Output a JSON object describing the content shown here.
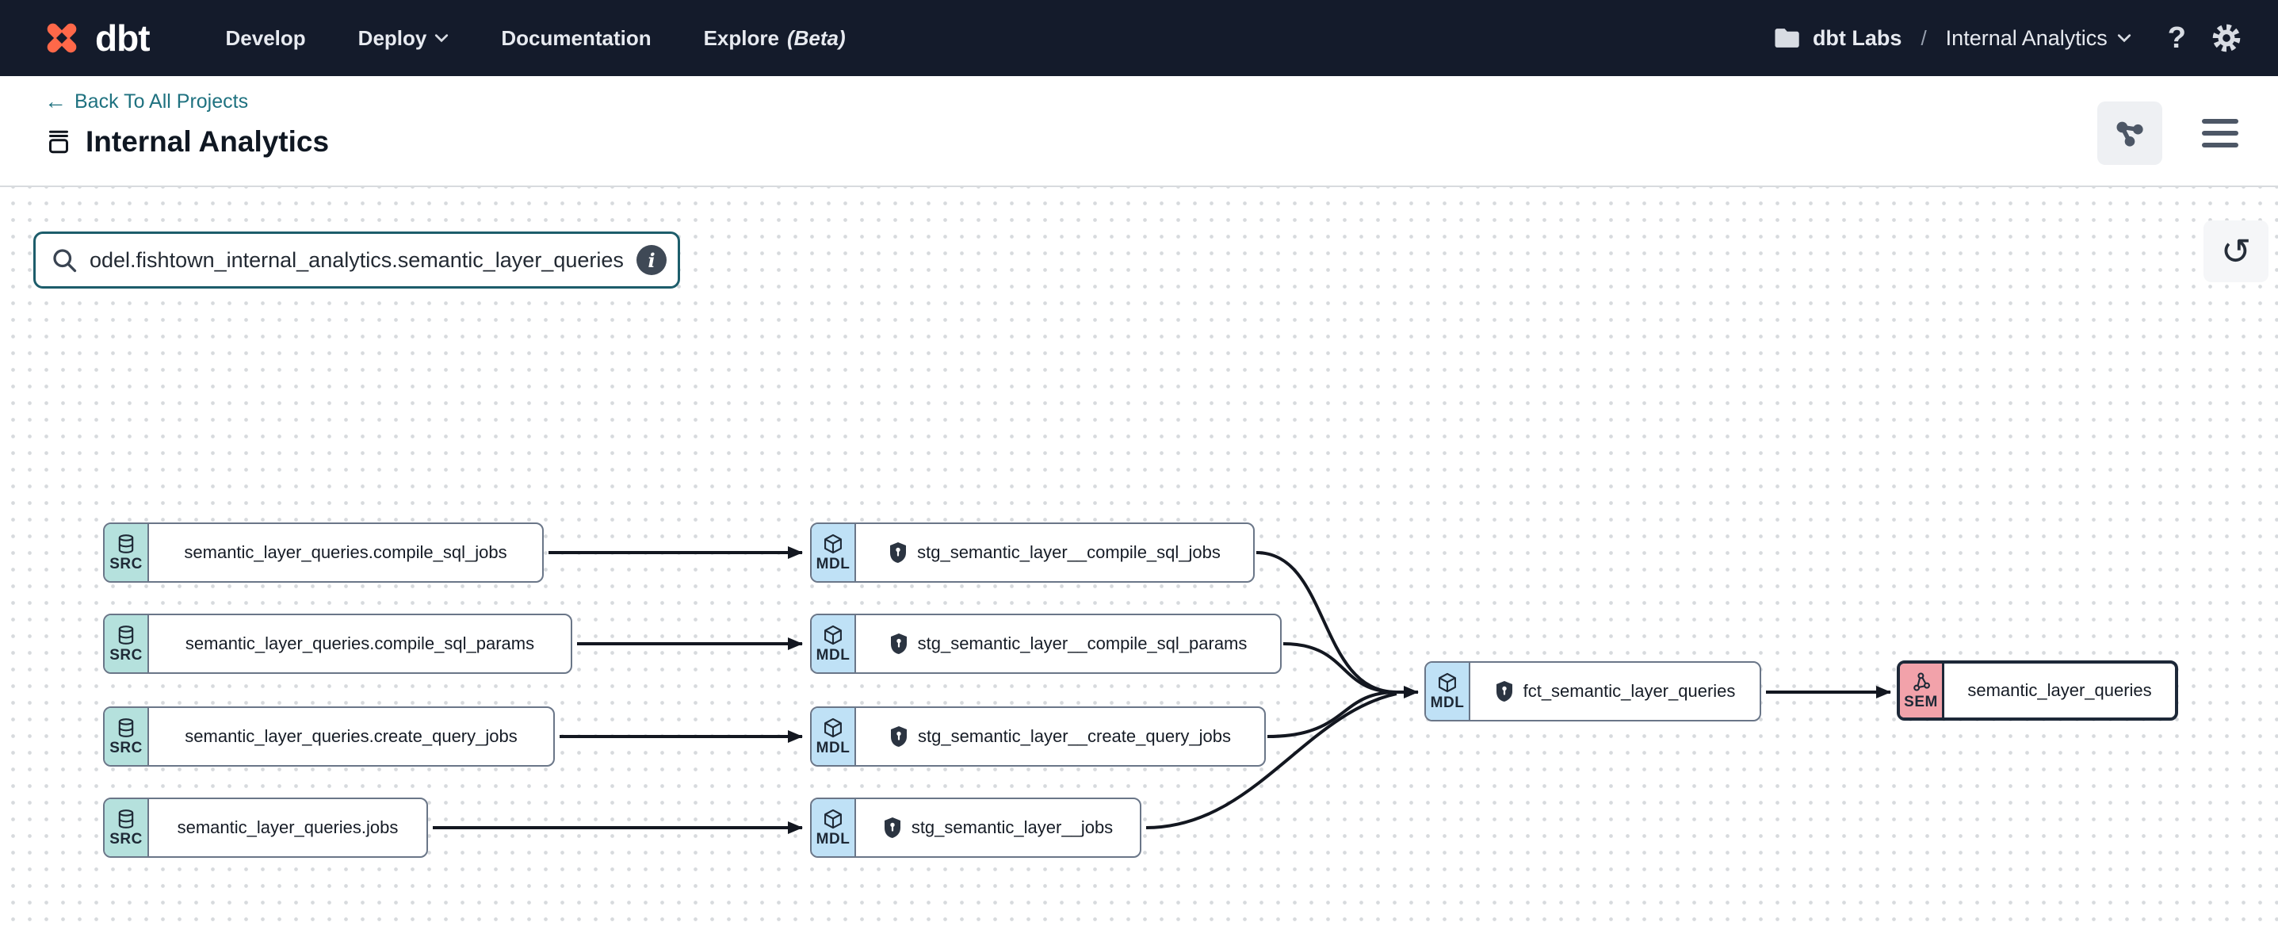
{
  "nav": {
    "brand": "dbt",
    "menu": [
      {
        "label": "Develop"
      },
      {
        "label": "Deploy",
        "chevron": true
      },
      {
        "label": "Documentation"
      },
      {
        "label": "Explore",
        "beta": "(Beta)"
      }
    ],
    "account": "dbt Labs",
    "separator": "/",
    "project": "Internal Analytics",
    "help": "?"
  },
  "header": {
    "back_arrow": "←",
    "back_link": "Back To All Projects",
    "title": "Internal Analytics"
  },
  "canvas": {
    "search_value": "odel.fishtown_internal_analytics.semantic_layer_queries",
    "info_glyph": "i",
    "reset_glyph": "↺"
  },
  "graph": {
    "nodes": [
      {
        "type": "SRC",
        "label": "semantic_layer_queries.compile_sql_jobs"
      },
      {
        "type": "SRC",
        "label": "semantic_layer_queries.compile_sql_params"
      },
      {
        "type": "SRC",
        "label": "semantic_layer_queries.create_query_jobs"
      },
      {
        "type": "SRC",
        "label": "semantic_layer_queries.jobs"
      },
      {
        "type": "MDL",
        "label": "stg_semantic_layer__compile_sql_jobs"
      },
      {
        "type": "MDL",
        "label": "stg_semantic_layer__compile_sql_params"
      },
      {
        "type": "MDL",
        "label": "stg_semantic_layer__create_query_jobs"
      },
      {
        "type": "MDL",
        "label": "stg_semantic_layer__jobs"
      },
      {
        "type": "MDL",
        "label": "fct_semantic_layer_queries"
      },
      {
        "type": "SEM",
        "label": "semantic_layer_queries",
        "selected": true
      }
    ],
    "edges": [
      "semantic_layer_queries.compile_sql_jobs -> stg_semantic_layer__compile_sql_jobs",
      "semantic_layer_queries.compile_sql_params -> stg_semantic_layer__compile_sql_params",
      "semantic_layer_queries.create_query_jobs -> stg_semantic_layer__create_query_jobs",
      "semantic_layer_queries.jobs -> stg_semantic_layer__jobs",
      "stg_semantic_layer__compile_sql_jobs -> fct_semantic_layer_queries",
      "stg_semantic_layer__compile_sql_params -> fct_semantic_layer_queries",
      "stg_semantic_layer__create_query_jobs -> fct_semantic_layer_queries",
      "stg_semantic_layer__jobs -> fct_semantic_layer_queries",
      "fct_semantic_layer_queries -> semantic_layer_queries"
    ]
  },
  "colors": {
    "nav_bg": "#141b2b",
    "accent_orange": "#ff6849",
    "link_teal": "#1f7280",
    "src_badge": "#b5e1dd",
    "mdl_badge": "#bfe1f6",
    "sem_badge": "#f2a2aa",
    "edge": "#131720"
  }
}
